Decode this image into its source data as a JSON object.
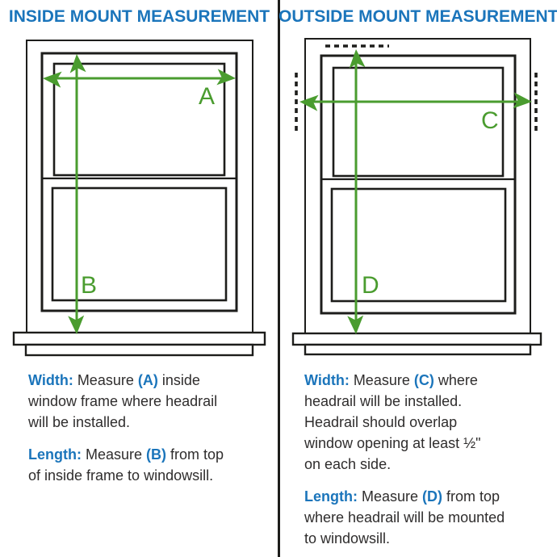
{
  "colors": {
    "heading_blue": "#1b75bb",
    "arrow_green": "#4a9c2f",
    "line_ink": "#1d1d1b",
    "text_dark": "#2f2d2d",
    "background": "#ffffff"
  },
  "left": {
    "title": "INSIDE MOUNT MEASUREMENT",
    "diagram": {
      "width_label": "A",
      "length_label": "B"
    },
    "paragraphs": [
      {
        "lines": [
          {
            "segments": [
              {
                "text": "Width:"
              },
              {
                "text": " Measure "
              },
              {
                "text": "(A)"
              },
              {
                "text": " inside"
              }
            ]
          },
          {
            "segments": [
              {
                "text": "window frame where headrail"
              }
            ]
          },
          {
            "segments": [
              {
                "text": "will be installed."
              }
            ]
          }
        ]
      },
      {
        "lines": [
          {
            "segments": [
              {
                "text": "Length:"
              },
              {
                "text": " Measure "
              },
              {
                "text": "(B)"
              },
              {
                "text": " from top"
              }
            ]
          },
          {
            "segments": [
              {
                "text": "of inside frame to windowsill."
              }
            ]
          }
        ]
      }
    ]
  },
  "right": {
    "title": "OUTSIDE MOUNT MEASUREMENT",
    "diagram": {
      "width_label": "C",
      "length_label": "D"
    },
    "paragraphs": [
      {
        "lines": [
          {
            "segments": [
              {
                "text": "Width:"
              },
              {
                "text": " Measure "
              },
              {
                "text": "(C)"
              },
              {
                "text": " where"
              }
            ]
          },
          {
            "segments": [
              {
                "text": "headrail will be installed."
              }
            ]
          },
          {
            "segments": [
              {
                "text": "Headrail should overlap"
              }
            ]
          },
          {
            "segments": [
              {
                "text": "window opening at least ½\""
              }
            ]
          },
          {
            "segments": [
              {
                "text": "on each side."
              }
            ]
          }
        ]
      },
      {
        "lines": [
          {
            "segments": [
              {
                "text": "Length:"
              },
              {
                "text": " Measure "
              },
              {
                "text": "(D)"
              },
              {
                "text": " from top"
              }
            ]
          },
          {
            "segments": [
              {
                "text": "where headrail will be mounted"
              }
            ]
          },
          {
            "segments": [
              {
                "text": "to windowsill."
              }
            ]
          }
        ]
      }
    ]
  }
}
